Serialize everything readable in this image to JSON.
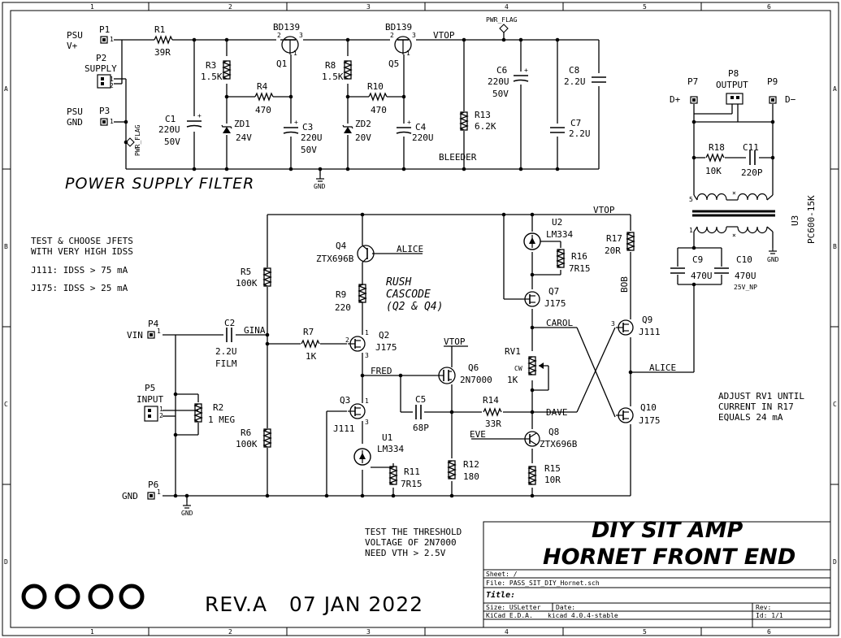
{
  "title_block": {
    "title_line1": "DIY SIT AMP",
    "title_line2": "HORNET FRONT END",
    "sheet": "Sheet: /",
    "file": "File: PASS_SIT_DIY_Hornet.sch",
    "title_label": "Title:",
    "size": "Size: USLetter",
    "date": "Date:",
    "rev": "Rev:",
    "tool": "KiCad E.D.A.",
    "version": "kicad 4.0.4-stable",
    "id": "Id: 1/1"
  },
  "revision": "REV.A   07 JAN 2022",
  "section_title": "POWER SUPPLY FILTER",
  "frame": {
    "cols": [
      "1",
      "2",
      "3",
      "4",
      "5",
      "6"
    ],
    "rows": [
      "A",
      "B",
      "C",
      "D"
    ]
  },
  "notes": {
    "jfet": [
      "TEST & CHOOSE JFETS",
      "WITH VERY HIGH IDSS",
      "",
      "J111:  IDSS > 75 mA",
      "",
      "J175:  IDSS > 25 mA"
    ],
    "threshold": [
      "TEST THE THRESHOLD",
      "VOLTAGE OF 2N7000",
      "NEED VTH > 2.5V"
    ],
    "adjust": [
      "ADJUST RV1 UNTIL",
      "CURRENT IN R17",
      "EQUALS 24 mA"
    ],
    "rush": [
      "RUSH",
      "CASCODE",
      "(Q2 & Q4)"
    ]
  },
  "nets": {
    "vtop": "VTOP",
    "alice": "ALICE",
    "bob": "BOB",
    "carol": "CAROL",
    "dave": "DAVE",
    "eve": "EVE",
    "fred": "FRED",
    "gina": "GINA",
    "gnd": "GND",
    "pwr_flag": "PWR_FLAG",
    "bleeder": "BLEEDER",
    "dplus": "D+",
    "dminus": "D−",
    "vin": "VIN"
  },
  "components": {
    "P1": {
      "ref": "P1",
      "val": "PSU\nV+"
    },
    "P2": {
      "ref": "P2",
      "val": "SUPPLY"
    },
    "P3": {
      "ref": "P3",
      "val": "PSU\nGND"
    },
    "R1": {
      "ref": "R1",
      "val": "39R"
    },
    "C1": {
      "ref": "C1",
      "val": "220U\n50V"
    },
    "R3": {
      "ref": "R3",
      "val": "1.5K"
    },
    "R4": {
      "ref": "R4",
      "val": "470"
    },
    "ZD1": {
      "ref": "ZD1",
      "val": "24V"
    },
    "Q1": {
      "ref": "Q1",
      "val": "BD139"
    },
    "C3": {
      "ref": "C3",
      "val": "220U\n50V"
    },
    "R8": {
      "ref": "R8",
      "val": "1.5K"
    },
    "R10": {
      "ref": "R10",
      "val": "470"
    },
    "ZD2": {
      "ref": "ZD2",
      "val": "20V"
    },
    "Q5": {
      "ref": "Q5",
      "val": "BD139"
    },
    "C4": {
      "ref": "C4",
      "val": "220U"
    },
    "R13": {
      "ref": "R13",
      "val": "6.2K"
    },
    "C6": {
      "ref": "C6",
      "val": "220U\n50V"
    },
    "C7": {
      "ref": "C7",
      "val": "2.2U"
    },
    "C8": {
      "ref": "C8",
      "val": "2.2U"
    },
    "P7": {
      "ref": "P7"
    },
    "P8": {
      "ref": "P8",
      "val": "OUTPUT"
    },
    "P9": {
      "ref": "P9"
    },
    "R18": {
      "ref": "R18",
      "val": "10K"
    },
    "C11": {
      "ref": "C11",
      "val": "220P"
    },
    "U3": {
      "ref": "U3",
      "val": "PC600-15K"
    },
    "C9": {
      "ref": "C9",
      "val": "470U"
    },
    "C10": {
      "ref": "C10",
      "val": "470U\n25V_NP"
    },
    "R5": {
      "ref": "R5",
      "val": "100K"
    },
    "R6": {
      "ref": "R6",
      "val": "100K"
    },
    "P4": {
      "ref": "P4"
    },
    "P5": {
      "ref": "P5",
      "val": "INPUT"
    },
    "P6": {
      "ref": "P6"
    },
    "C2": {
      "ref": "C2",
      "val": "2.2U\nFILM"
    },
    "R2": {
      "ref": "R2",
      "val": "1 MEG"
    },
    "R7": {
      "ref": "R7",
      "val": "1K"
    },
    "Q2": {
      "ref": "Q2",
      "val": "J175"
    },
    "Q3": {
      "ref": "Q3",
      "val": "J111"
    },
    "Q4": {
      "ref": "Q4",
      "val": "ZTX696B"
    },
    "R9": {
      "ref": "R9",
      "val": "220"
    },
    "U1": {
      "ref": "U1",
      "val": "LM334"
    },
    "R11": {
      "ref": "R11",
      "val": "7R15"
    },
    "Q6": {
      "ref": "Q6",
      "val": "2N7000"
    },
    "C5": {
      "ref": "C5",
      "val": "68P"
    },
    "R12": {
      "ref": "R12",
      "val": "180"
    },
    "R14": {
      "ref": "R14",
      "val": "33R"
    },
    "U2": {
      "ref": "U2",
      "val": "LM334"
    },
    "R16": {
      "ref": "R16",
      "val": "7R15"
    },
    "Q7": {
      "ref": "Q7",
      "val": "J175"
    },
    "RV1": {
      "ref": "RV1",
      "val": "1K"
    },
    "Q8": {
      "ref": "Q8",
      "val": "ZTX696B"
    },
    "R15": {
      "ref": "R15",
      "val": "10R"
    },
    "R17": {
      "ref": "R17",
      "val": "20R"
    },
    "Q9": {
      "ref": "Q9",
      "val": "J111"
    },
    "Q10": {
      "ref": "Q10",
      "val": "J175"
    }
  }
}
